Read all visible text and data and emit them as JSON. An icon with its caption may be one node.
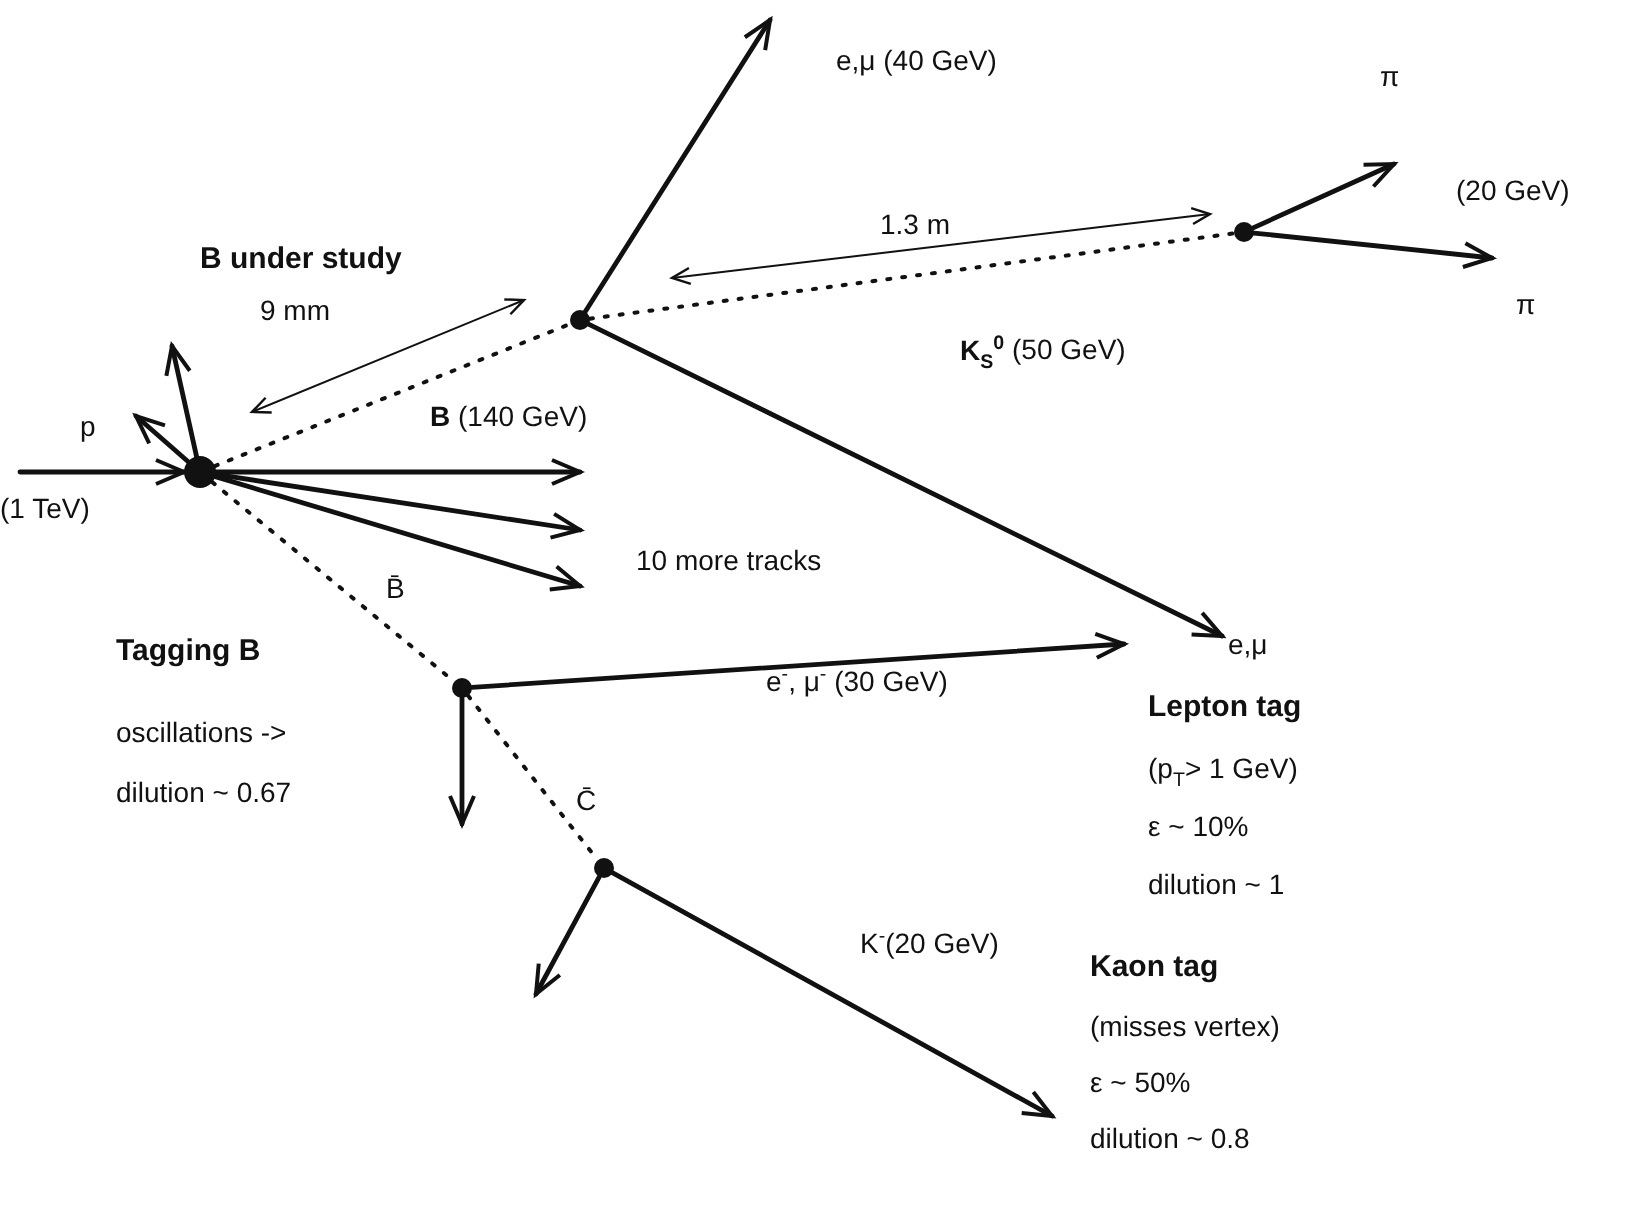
{
  "diagram": {
    "nodes": [
      {
        "text": [],
        "shape": "circle"
      },
      {
        "text": [],
        "shape": "circle"
      },
      {
        "text": [],
        "shape": "circle"
      },
      {
        "text": [],
        "shape": "circle"
      },
      {
        "text": [],
        "shape": "circle"
      },
      {
        "text": [
          "e,μ"
        ]
      }
    ],
    "edges": [
      {
        "from": null,
        "to": 0,
        "arrow": "to"
      },
      {
        "from": 0,
        "to": null,
        "arrow": "to"
      },
      {
        "from": 0,
        "to": null,
        "arrow": "to"
      },
      {
        "from": 0,
        "to": 1,
        "arrow": "none",
        "style": "dashed"
      },
      {
        "from": 0,
        "to": null,
        "arrow": "to"
      },
      {
        "from": 0,
        "to": null,
        "arrow": "to"
      },
      {
        "from": 0,
        "to": null,
        "arrow": "to"
      },
      {
        "from": 1,
        "to": null,
        "arrow": "to"
      },
      {
        "from": 1,
        "to": 2,
        "arrow": "none",
        "style": "dashed"
      },
      {
        "from": 1,
        "to": 5,
        "arrow": "to"
      },
      {
        "from": 2,
        "to": null,
        "arrow": "to"
      },
      {
        "from": 2,
        "to": null,
        "arrow": "to"
      },
      {
        "from": 0,
        "to": 3,
        "arrow": "none",
        "style": "dashed"
      },
      {
        "from": 3,
        "to": null,
        "arrow": "to"
      },
      {
        "from": 3,
        "to": null,
        "arrow": "to"
      },
      {
        "from": 3,
        "to": 4,
        "arrow": "none",
        "style": "dashed"
      },
      {
        "from": 4,
        "to": null,
        "arrow": "to"
      },
      {
        "from": 4,
        "to": null,
        "arrow": "to"
      }
    ],
    "labels": [
      "e,μ  (40 GeV)",
      "π",
      "1.3 m",
      "(20 GeV)",
      "B under study",
      "π",
      "9 mm",
      "**K$_{S}$$^{0}$** (50 GeV)",
      "**B** (140 GeV)",
      "p",
      "(1 TeV)",
      "10 more tracks",
      "B̄",
      "Tagging B",
      "e$^{-}$, μ$^{-}$ (30 GeV)",
      "oscillations ->",
      "Lepton tag",
      "dilution ~ 0.67",
      "C̄",
      "(p$_{T}$> 1 GeV)",
      "ε ~ 10%",
      "dilution ~ 1",
      "K$^{-}$(20 GeV)",
      "Kaon tag",
      "(misses vertex)",
      "ε ~ 50%",
      "dilution ~ 0.8"
    ]
  }
}
